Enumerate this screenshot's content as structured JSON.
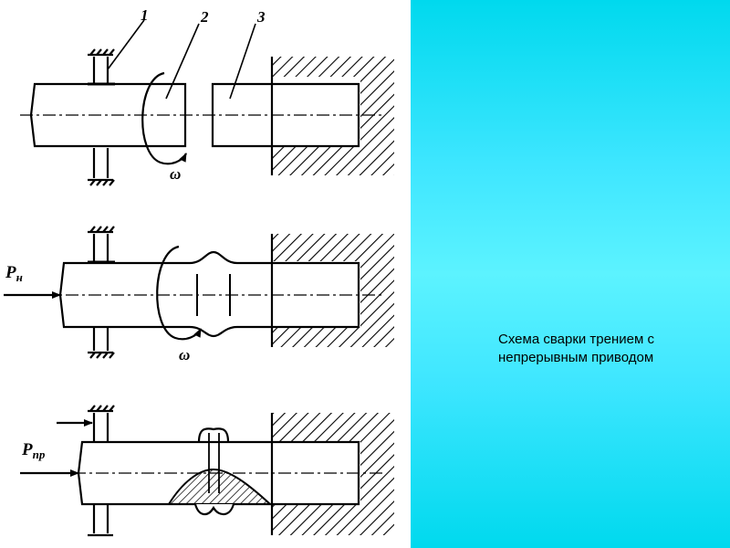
{
  "caption": "Схема сварки трением с непрерывным приводом",
  "figure": {
    "callouts": [
      "1",
      "2",
      "3"
    ],
    "omega": "ω",
    "force_initial": {
      "symbol": "P",
      "subscript": "н"
    },
    "force_forging": {
      "symbol": "P",
      "subscript": "пр"
    }
  },
  "colors": {
    "panel_top": "#00d9ee",
    "panel_mid": "#5cf3ff",
    "ink": "#000000"
  }
}
